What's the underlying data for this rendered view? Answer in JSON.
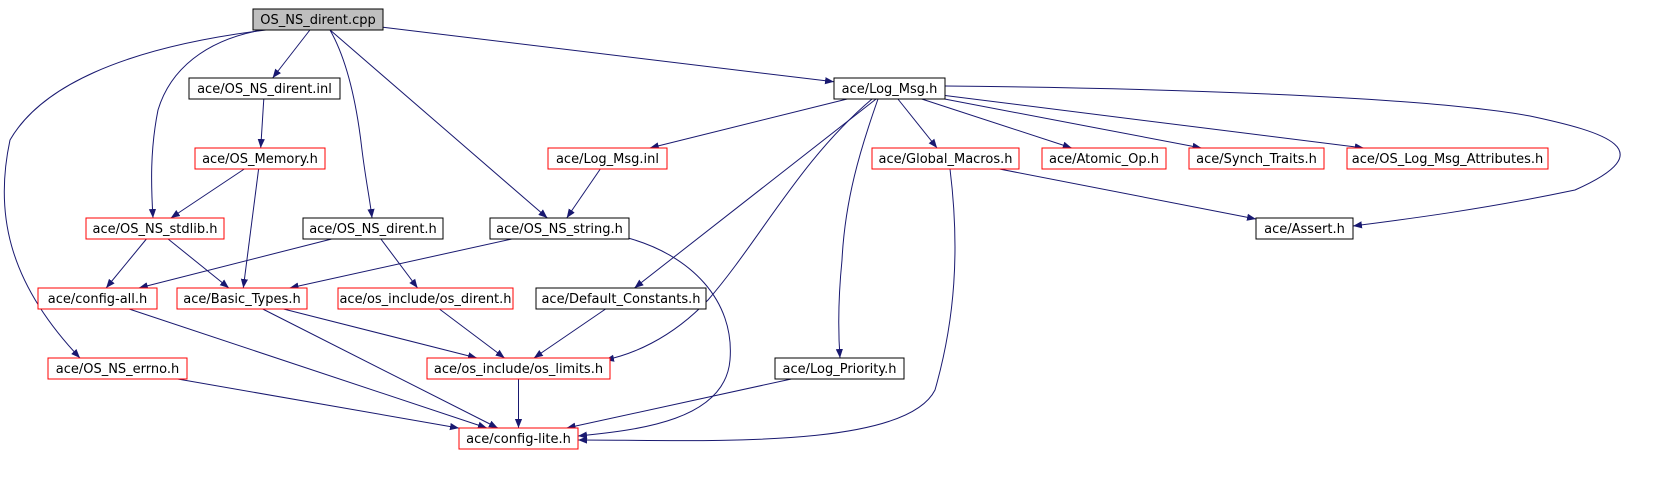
{
  "colors": {
    "edge": "#191970",
    "root_fill": "#bfbfbf",
    "box_border_black": "#000000",
    "box_border_red": "#ff0000",
    "text": "#000000"
  },
  "nodes": [
    {
      "id": "root",
      "label": "OS_NS_dirent.cpp",
      "style": "root"
    },
    {
      "id": "dirent_inl",
      "label": "ace/OS_NS_dirent.inl",
      "style": "black"
    },
    {
      "id": "log_msg_h",
      "label": "ace/Log_Msg.h",
      "style": "black"
    },
    {
      "id": "os_memory",
      "label": "ace/OS_Memory.h",
      "style": "red"
    },
    {
      "id": "log_msg_inl",
      "label": "ace/Log_Msg.inl",
      "style": "red"
    },
    {
      "id": "global_macros",
      "label": "ace/Global_Macros.h",
      "style": "red"
    },
    {
      "id": "atomic_op",
      "label": "ace/Atomic_Op.h",
      "style": "red"
    },
    {
      "id": "synch_traits",
      "label": "ace/Synch_Traits.h",
      "style": "red"
    },
    {
      "id": "log_msg_attr",
      "label": "ace/OS_Log_Msg_Attributes.h",
      "style": "red"
    },
    {
      "id": "os_stdlib",
      "label": "ace/OS_NS_stdlib.h",
      "style": "red"
    },
    {
      "id": "dirent_h",
      "label": "ace/OS_NS_dirent.h",
      "style": "black"
    },
    {
      "id": "string_h",
      "label": "ace/OS_NS_string.h",
      "style": "black"
    },
    {
      "id": "assert_h",
      "label": "ace/Assert.h",
      "style": "black"
    },
    {
      "id": "config_all",
      "label": "ace/config-all.h",
      "style": "red"
    },
    {
      "id": "basic_types",
      "label": "ace/Basic_Types.h",
      "style": "red"
    },
    {
      "id": "os_dirent",
      "label": "ace/os_include/os_dirent.h",
      "style": "red"
    },
    {
      "id": "default_constants",
      "label": "ace/Default_Constants.h",
      "style": "black"
    },
    {
      "id": "errno_h",
      "label": "ace/OS_NS_errno.h",
      "style": "red"
    },
    {
      "id": "os_limits",
      "label": "ace/os_include/os_limits.h",
      "style": "red"
    },
    {
      "id": "log_priority",
      "label": "ace/Log_Priority.h",
      "style": "black"
    },
    {
      "id": "config_lite",
      "label": "ace/config-lite.h",
      "style": "red"
    }
  ],
  "edges": [
    [
      "root",
      "dirent_inl"
    ],
    [
      "root",
      "log_msg_h"
    ],
    [
      "root",
      "os_stdlib"
    ],
    [
      "root",
      "dirent_h"
    ],
    [
      "root",
      "string_h"
    ],
    [
      "root",
      "errno_h"
    ],
    [
      "dirent_inl",
      "os_memory"
    ],
    [
      "os_memory",
      "os_stdlib"
    ],
    [
      "os_memory",
      "basic_types"
    ],
    [
      "os_stdlib",
      "config_all"
    ],
    [
      "os_stdlib",
      "basic_types"
    ],
    [
      "dirent_h",
      "config_all"
    ],
    [
      "dirent_h",
      "os_dirent"
    ],
    [
      "string_h",
      "basic_types"
    ],
    [
      "string_h",
      "config_lite"
    ],
    [
      "config_all",
      "config_lite"
    ],
    [
      "basic_types",
      "os_limits"
    ],
    [
      "basic_types",
      "config_lite"
    ],
    [
      "os_dirent",
      "os_limits"
    ],
    [
      "default_constants",
      "os_limits"
    ],
    [
      "errno_h",
      "config_lite"
    ],
    [
      "os_limits",
      "config_lite"
    ],
    [
      "log_priority",
      "config_lite"
    ],
    [
      "log_msg_h",
      "log_msg_inl"
    ],
    [
      "log_msg_h",
      "global_macros"
    ],
    [
      "log_msg_h",
      "atomic_op"
    ],
    [
      "log_msg_h",
      "synch_traits"
    ],
    [
      "log_msg_h",
      "log_msg_attr"
    ],
    [
      "log_msg_h",
      "assert_h"
    ],
    [
      "log_msg_h",
      "default_constants"
    ],
    [
      "log_msg_h",
      "os_limits"
    ],
    [
      "log_msg_h",
      "log_priority"
    ],
    [
      "log_msg_inl",
      "string_h"
    ],
    [
      "global_macros",
      "assert_h"
    ],
    [
      "global_macros",
      "config_lite"
    ]
  ]
}
